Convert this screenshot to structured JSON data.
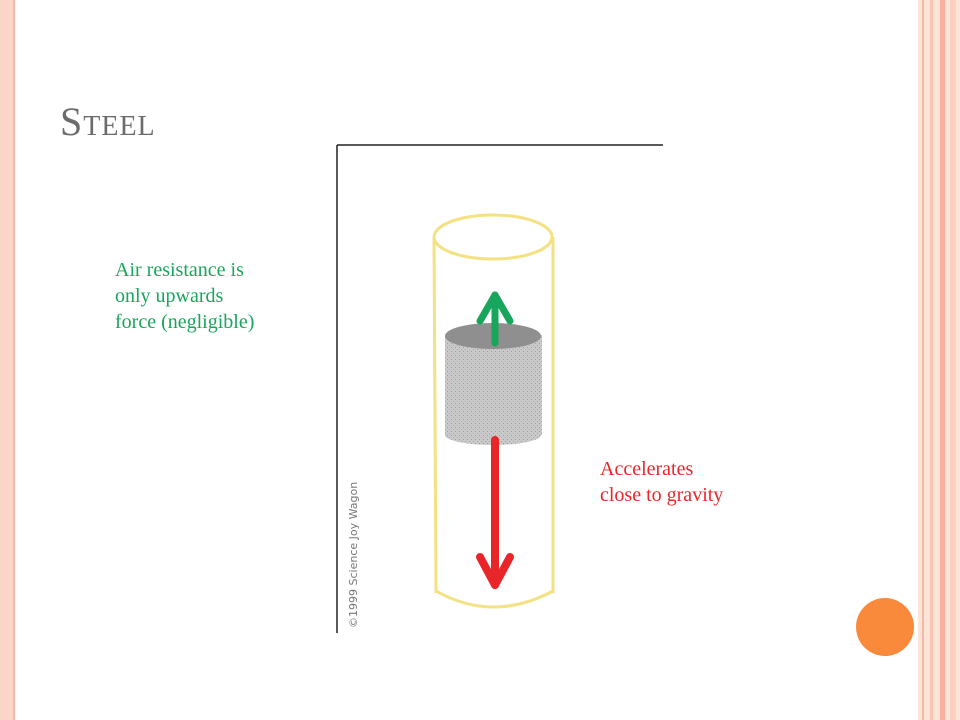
{
  "slide": {
    "title": "Steel",
    "air_resistance_text": "Air resistance is\nonly upwards\nforce (negligible)",
    "acceleration_text": "Accelerates\nclose to gravity",
    "image_credit": "©1999 Science Joy Wagon"
  },
  "colors": {
    "title": "#6b6b6b",
    "up_arrow": "#17a65b",
    "down_arrow": "#e8262a",
    "tube": "#f4e184",
    "orange_dot": "#f98a3c"
  },
  "icons": {
    "up_arrow": "arrow-up",
    "down_arrow": "arrow-down"
  }
}
